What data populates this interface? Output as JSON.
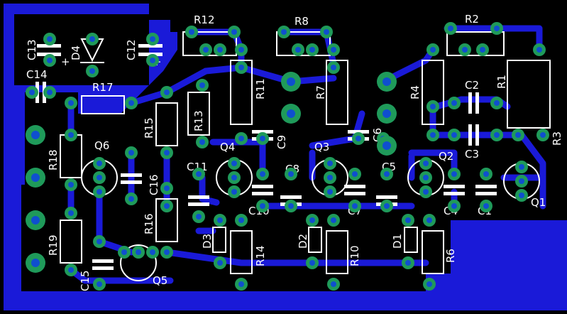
{
  "board": {
    "background": "#000000",
    "copper_color": "#1a1ad8",
    "pad_color": "#1f9a5a",
    "silkscreen_color": "#ffffff"
  },
  "labels": {
    "R12": "R12",
    "R8": "R8",
    "R2": "R2",
    "R11": "R11",
    "R7": "R7",
    "R4": "R4",
    "R1": "R1",
    "R3": "R3",
    "R17": "R17",
    "R15": "R15",
    "R13": "R13",
    "R16": "R16",
    "R18": "R18",
    "R19": "R19",
    "R14": "R14",
    "R10": "R10",
    "R6": "R6",
    "C13": "C13",
    "C12": "C12",
    "C14": "C14",
    "C16": "C16",
    "C11": "C11",
    "C9": "C9",
    "C6": "C6",
    "C2": "C2",
    "C3": "C3",
    "C8": "C8",
    "C5": "C5",
    "C10": "C10",
    "C7": "C7",
    "C4": "C4",
    "C1": "C1",
    "C15": "C15",
    "D4": "D4",
    "D3": "D3",
    "D2": "D2",
    "D1": "D1",
    "Q6": "Q6",
    "Q4": "Q4",
    "Q3": "Q3",
    "Q2": "Q2",
    "Q1": "Q1",
    "Q5": "Q5",
    "plus_c13": "+",
    "plus_c12": "+"
  }
}
